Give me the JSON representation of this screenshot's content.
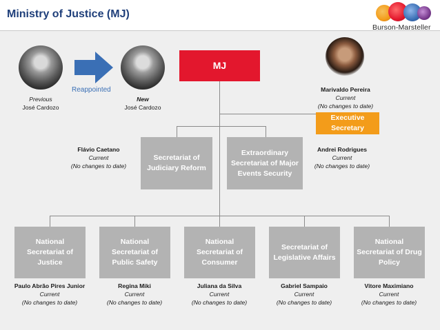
{
  "header": {
    "title": "Ministry of Justice (MJ)",
    "logo_text": "Burson-Marsteller",
    "logo_icon": "globe-cluster-icon",
    "logo_colors": [
      "#f39c1a",
      "#e3172d",
      "#3a6fb5",
      "#7a3b8f"
    ]
  },
  "transition": {
    "label": "Reappointed",
    "arrow_color": "#3a6fb5",
    "previous": {
      "status": "Previous",
      "name": "José Cardozo"
    },
    "new": {
      "status": "New",
      "name": "José Cardozo"
    }
  },
  "org": {
    "root": {
      "label": "MJ",
      "color": "#e3172d"
    },
    "executive": {
      "label": "Executive Secretary",
      "color": "#f39c1a",
      "person": {
        "name": "Marivaldo Pereira",
        "status": "Current",
        "note": "(No changes to date)"
      }
    },
    "level1": [
      {
        "label": "Secretariat of Judiciary Reform",
        "person": {
          "name": "Flávio Caetano",
          "status": "Current",
          "note": "(No changes to date)"
        }
      },
      {
        "label": "Extraordinary Secretariat of Major Events Security",
        "person": {
          "name": "Andrei Rodrigues",
          "status": "Current",
          "note": "(No changes to date)"
        }
      }
    ],
    "level2": [
      {
        "label": "National Secretariat of Justice",
        "person": {
          "name": "Paulo Abrão Pires Junior",
          "status": "Current",
          "note": "(No changes to date)"
        }
      },
      {
        "label": "National Secretariat of Public Safety",
        "person": {
          "name": "Regina Miki",
          "status": "Current",
          "note": "(No changes to date)"
        }
      },
      {
        "label": "National Secretariat of Consumer",
        "person": {
          "name": "Juliana da Silva",
          "status": "Current",
          "note": "(No changes to date)"
        }
      },
      {
        "label": "Secretariat of Legislative Affairs",
        "person": {
          "name": "Gabriel Sampaio",
          "status": "Current",
          "note": "(No changes to date)"
        }
      },
      {
        "label": "National Secretariat of Drug Policy",
        "person": {
          "name": "Vitore Maximiano",
          "status": "Current",
          "note": "(No changes to date)"
        }
      }
    ]
  }
}
